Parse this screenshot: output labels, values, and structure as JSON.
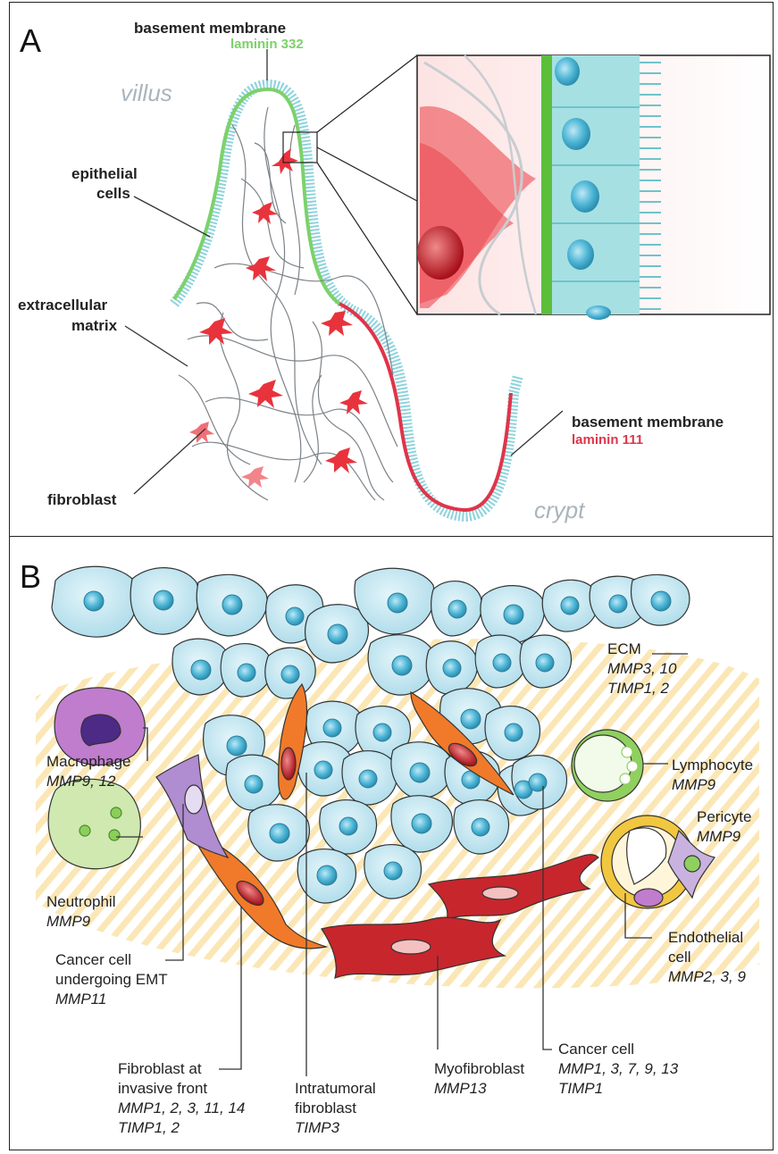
{
  "panelA": {
    "letter": "A",
    "basement_top": "basement membrane",
    "laminin_top": "laminin 332",
    "villus": "villus",
    "epithelial_1": "epithelial",
    "epithelial_2": "cells",
    "ecm_1": "extracellular",
    "ecm_2": "matrix",
    "fibroblast": "fibroblast",
    "basement_bottom": "basement membrane",
    "laminin_bottom": "laminin 111",
    "crypt": "crypt",
    "colors": {
      "laminin332": "#7cd26a",
      "laminin111": "#e0344a",
      "epithelium": "#8fd3dc"
    }
  },
  "panelB": {
    "letter": "B",
    "ecm": {
      "name": "ECM",
      "genes_1": "MMP3, 10",
      "genes_2": "TIMP1, 2"
    },
    "macrophage": {
      "name": "Macrophage",
      "genes": "MMP9, 12"
    },
    "lymphocyte": {
      "name": "Lymphocyte",
      "genes": "MMP9"
    },
    "pericyte": {
      "name": "Pericyte",
      "genes": "MMP9"
    },
    "neutrophil": {
      "name": "Neutrophil",
      "genes": "MMP9"
    },
    "endothelial": {
      "name_1": "Endothelial",
      "name_2": "cell",
      "genes": "MMP2, 3, 9"
    },
    "emt": {
      "name_1": "Cancer cell",
      "name_2": "undergoing EMT",
      "genes": "MMP11"
    },
    "cancer": {
      "name": "Cancer cell",
      "genes_1": "MMP1, 3, 7, 9, 13",
      "genes_2": "TIMP1"
    },
    "fib_front": {
      "name_1": "Fibroblast at",
      "name_2": "invasive front",
      "genes_1": "MMP1, 2, 3, 11, 14",
      "genes_2": "TIMP1, 2"
    },
    "fib_intra": {
      "name_1": "Intratumoral",
      "name_2": "fibroblast",
      "genes": "TIMP3"
    },
    "myofib": {
      "name": "Myofibroblast",
      "genes": "MMP13"
    },
    "colors": {
      "tumor_cell": "#bfe3ef",
      "nucleus": "#4fb6d6",
      "fibroblast": "#f07a2a",
      "myofibroblast": "#c8262d",
      "macrophage": "#a34fb3",
      "lymphocyte": "#6cbf3f",
      "neutrophil": "#b5dc8a",
      "endothelial": "#f2c740",
      "stroma": "#f6d98a"
    }
  }
}
